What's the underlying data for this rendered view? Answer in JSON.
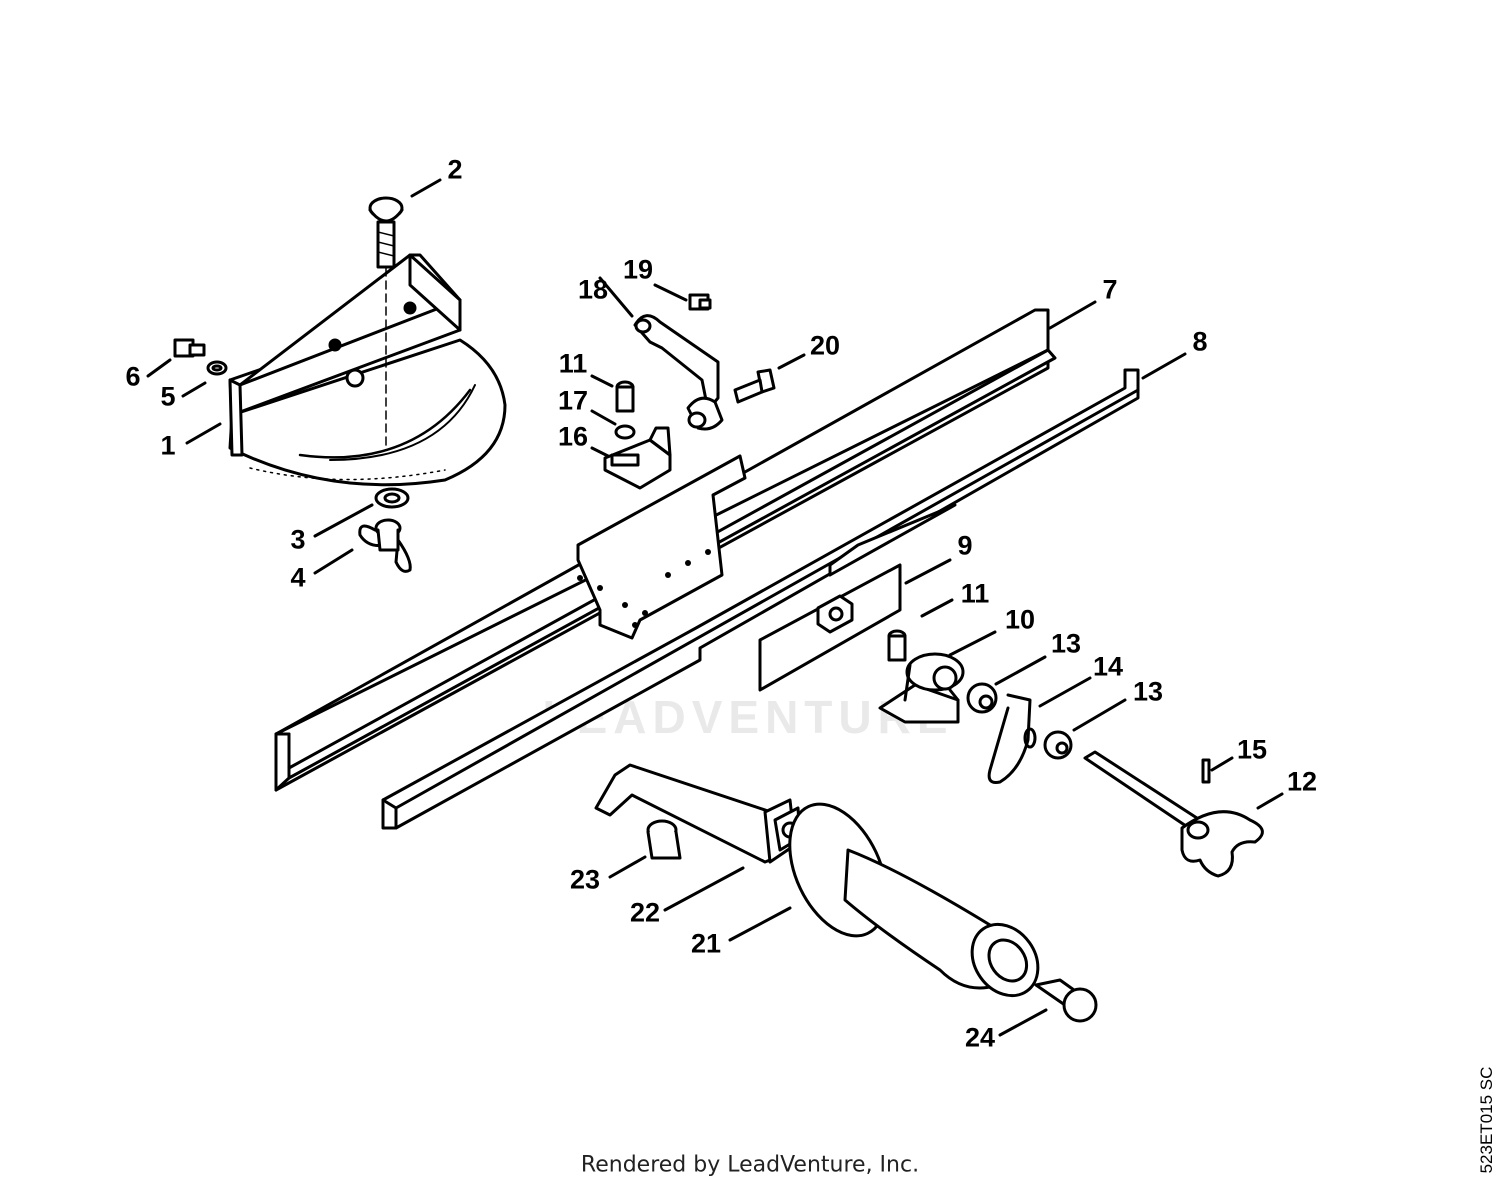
{
  "watermark": "LEADVENTURE",
  "footer": "Rendered by LeadVenture, Inc.",
  "drawing_code": "523ET015 SC",
  "callouts": {
    "c1": "1",
    "c2": "2",
    "c3": "3",
    "c4": "4",
    "c5": "5",
    "c6": "6",
    "c7": "7",
    "c8": "8",
    "c9": "9",
    "c10": "10",
    "c11a": "11",
    "c11b": "11",
    "c12": "12",
    "c13a": "13",
    "c13b": "13",
    "c14": "14",
    "c15": "15",
    "c16": "16",
    "c17": "17",
    "c18": "18",
    "c19": "19",
    "c20": "20",
    "c21": "21",
    "c22": "22",
    "c23": "23",
    "c24": "24"
  }
}
